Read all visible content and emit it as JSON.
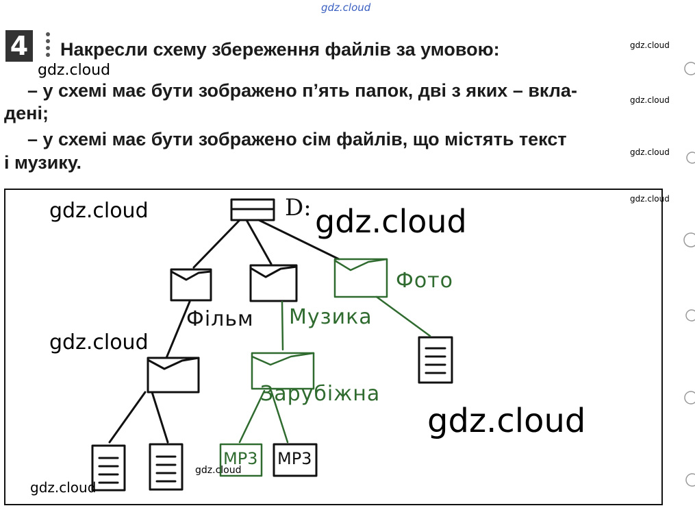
{
  "task": {
    "number": "4",
    "lines": [
      "Накресли схему збереження файлів за умовою:",
      "–   у схемі має бути зображено п’ять папок, дві з яких – вкла-",
      "дені;",
      "–   у схемі має бути зображено сім файлів, що містять текст",
      "і музику."
    ]
  },
  "diagram": {
    "root_label": "D:",
    "folders": [
      "Фільм",
      "Музика",
      "Фото",
      "Зарубіжна"
    ],
    "files": [
      "MP3",
      "MP3"
    ]
  },
  "watermarks": {
    "top": "gdz.cloud",
    "text": "gdz.cloud"
  },
  "colors": {
    "ink": "#111111",
    "green_ink": "#2f6b2f",
    "watermark_blue": "#3a5fc0"
  }
}
